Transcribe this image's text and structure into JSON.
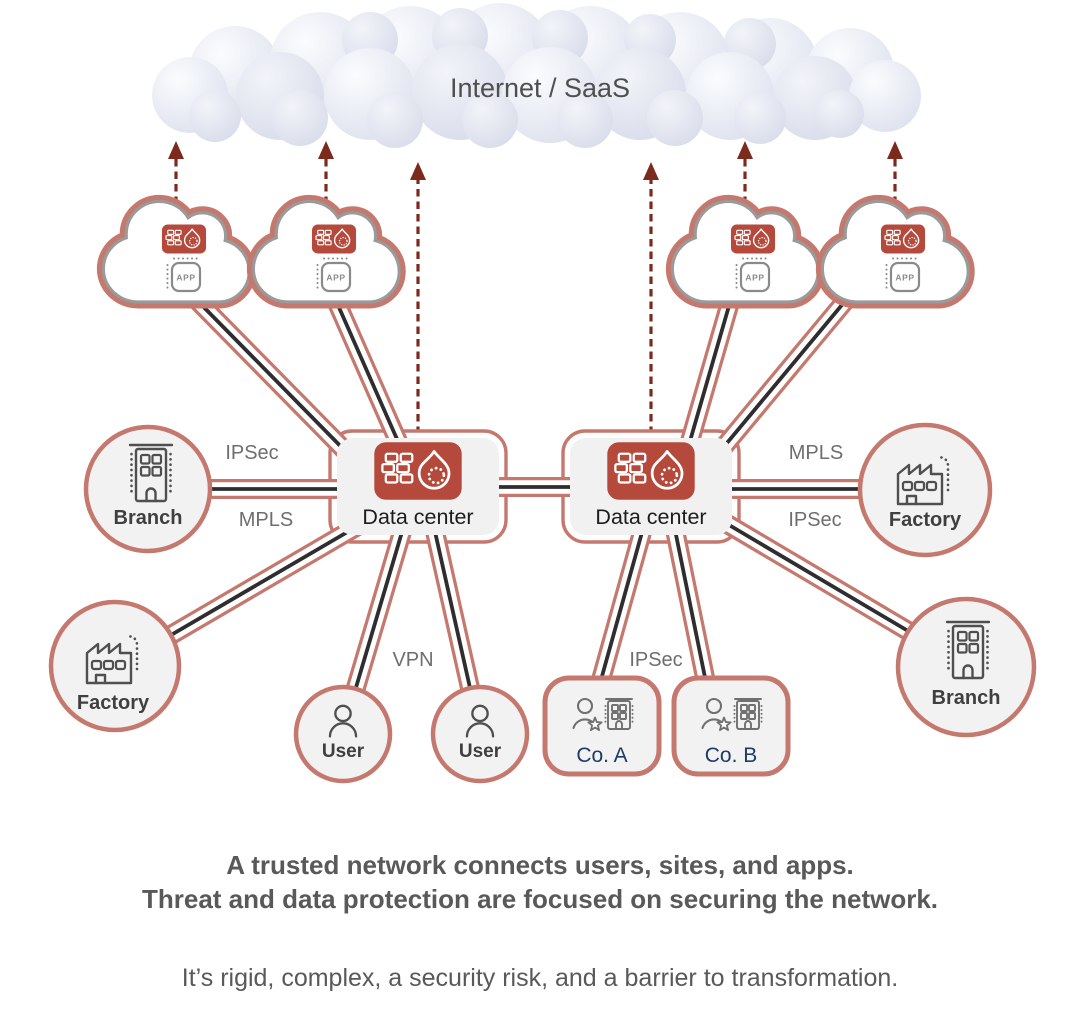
{
  "diagram": {
    "internet": {
      "label": "Internet / SaaS"
    },
    "app_label": "APP",
    "datacenter_left": {
      "label": "Data center"
    },
    "datacenter_right": {
      "label": "Data center"
    },
    "sites": {
      "branch_left": "Branch",
      "factory_left": "Factory",
      "user_left": "User",
      "user_right": "User",
      "company_a": "Co. A",
      "company_b": "Co. B",
      "factory_right": "Factory",
      "branch_right": "Branch"
    },
    "link_labels": {
      "branch_left_upper": "IPSec",
      "branch_left_lower": "MPLS",
      "users": "VPN",
      "companies": "IPSec",
      "factory_right_upper": "MPLS",
      "factory_right_lower": "IPSec"
    }
  },
  "caption": {
    "headline_line1": "A trusted network connects users, sites, and apps.",
    "headline_line2": "Threat and data protection are focused on securing the network.",
    "subline": "It’s rigid, complex, a security risk, and a barrier to transformation."
  },
  "colors": {
    "tube-salmon": "#c5786e",
    "link-core": "#2e2e2e",
    "firewall-red": "#b54a3c",
    "arrow-maroon": "#7c2a1d",
    "node-fill": "#f2f2f2",
    "node-label": "#3f3f3f",
    "link-label": "#6e6e6e",
    "navy-label": "#1e3a66",
    "caption-text": "#595959",
    "dc-text": "#1c1c1c",
    "internet-text": "#4f4f4f",
    "cloud-line-gray": "#9a9a9a",
    "icon-gray": "#4f4f4f"
  }
}
